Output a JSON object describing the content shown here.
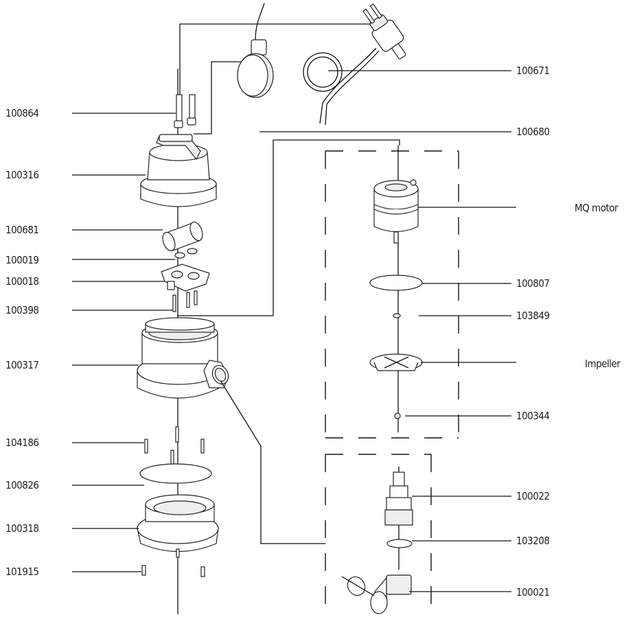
{
  "labels": {
    "p100864": "100864",
    "p100316": "100316",
    "p100681": "100681",
    "p100019": "100019",
    "p100018": "100018",
    "p100398": "100398",
    "p100317": "100317",
    "p104186": "104186",
    "p100826": "100826",
    "p100318": "100318",
    "p101915": "101915",
    "p100671": "100671",
    "p100680": "100680",
    "mq_motor": "MQ motor",
    "p100807": "100807",
    "p103849": "103849",
    "impeller": "Impeller",
    "p100344": "100344",
    "p100022": "100022",
    "p103208": "103208",
    "p100021": "100021"
  }
}
